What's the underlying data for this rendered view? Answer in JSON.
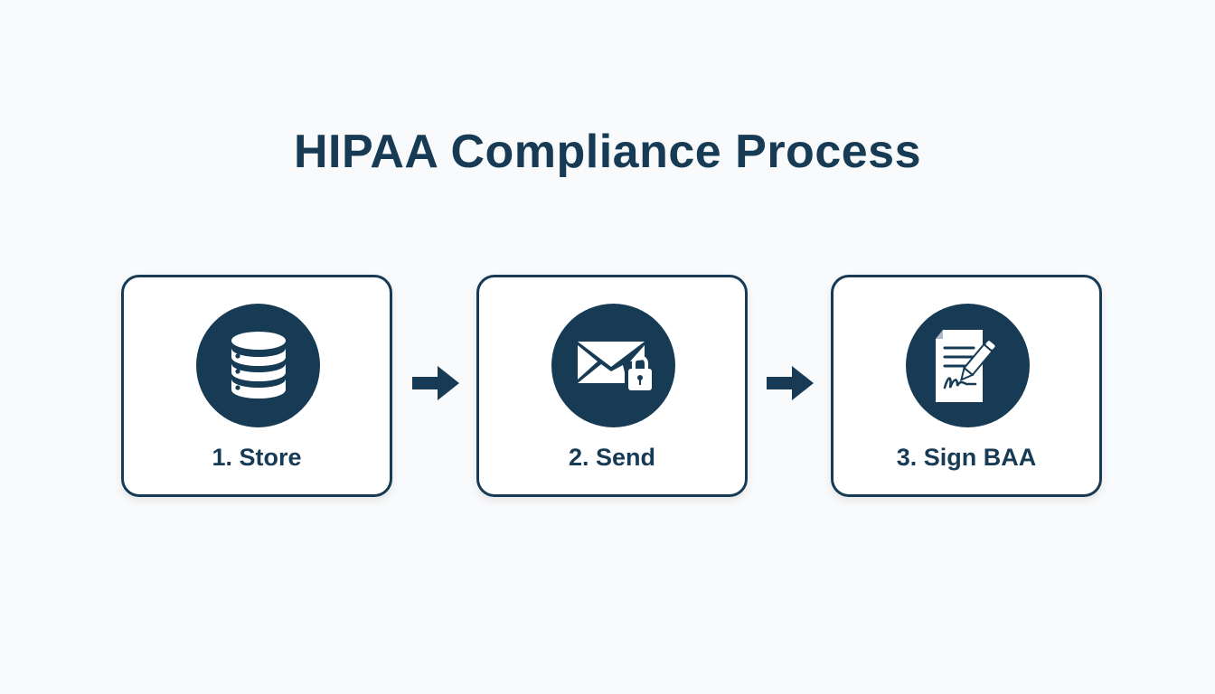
{
  "title": "HIPAA Compliance Process",
  "colors": {
    "primary": "#173a55",
    "background": "#f9fafb",
    "card": "#ffffff"
  },
  "steps": [
    {
      "label": "1. Store",
      "icon": "database-icon"
    },
    {
      "label": "2. Send",
      "icon": "envelope-lock-icon"
    },
    {
      "label": "3. Sign BAA",
      "icon": "signed-document-icon"
    }
  ],
  "connectors": [
    "arrow-right-icon",
    "arrow-right-icon"
  ]
}
